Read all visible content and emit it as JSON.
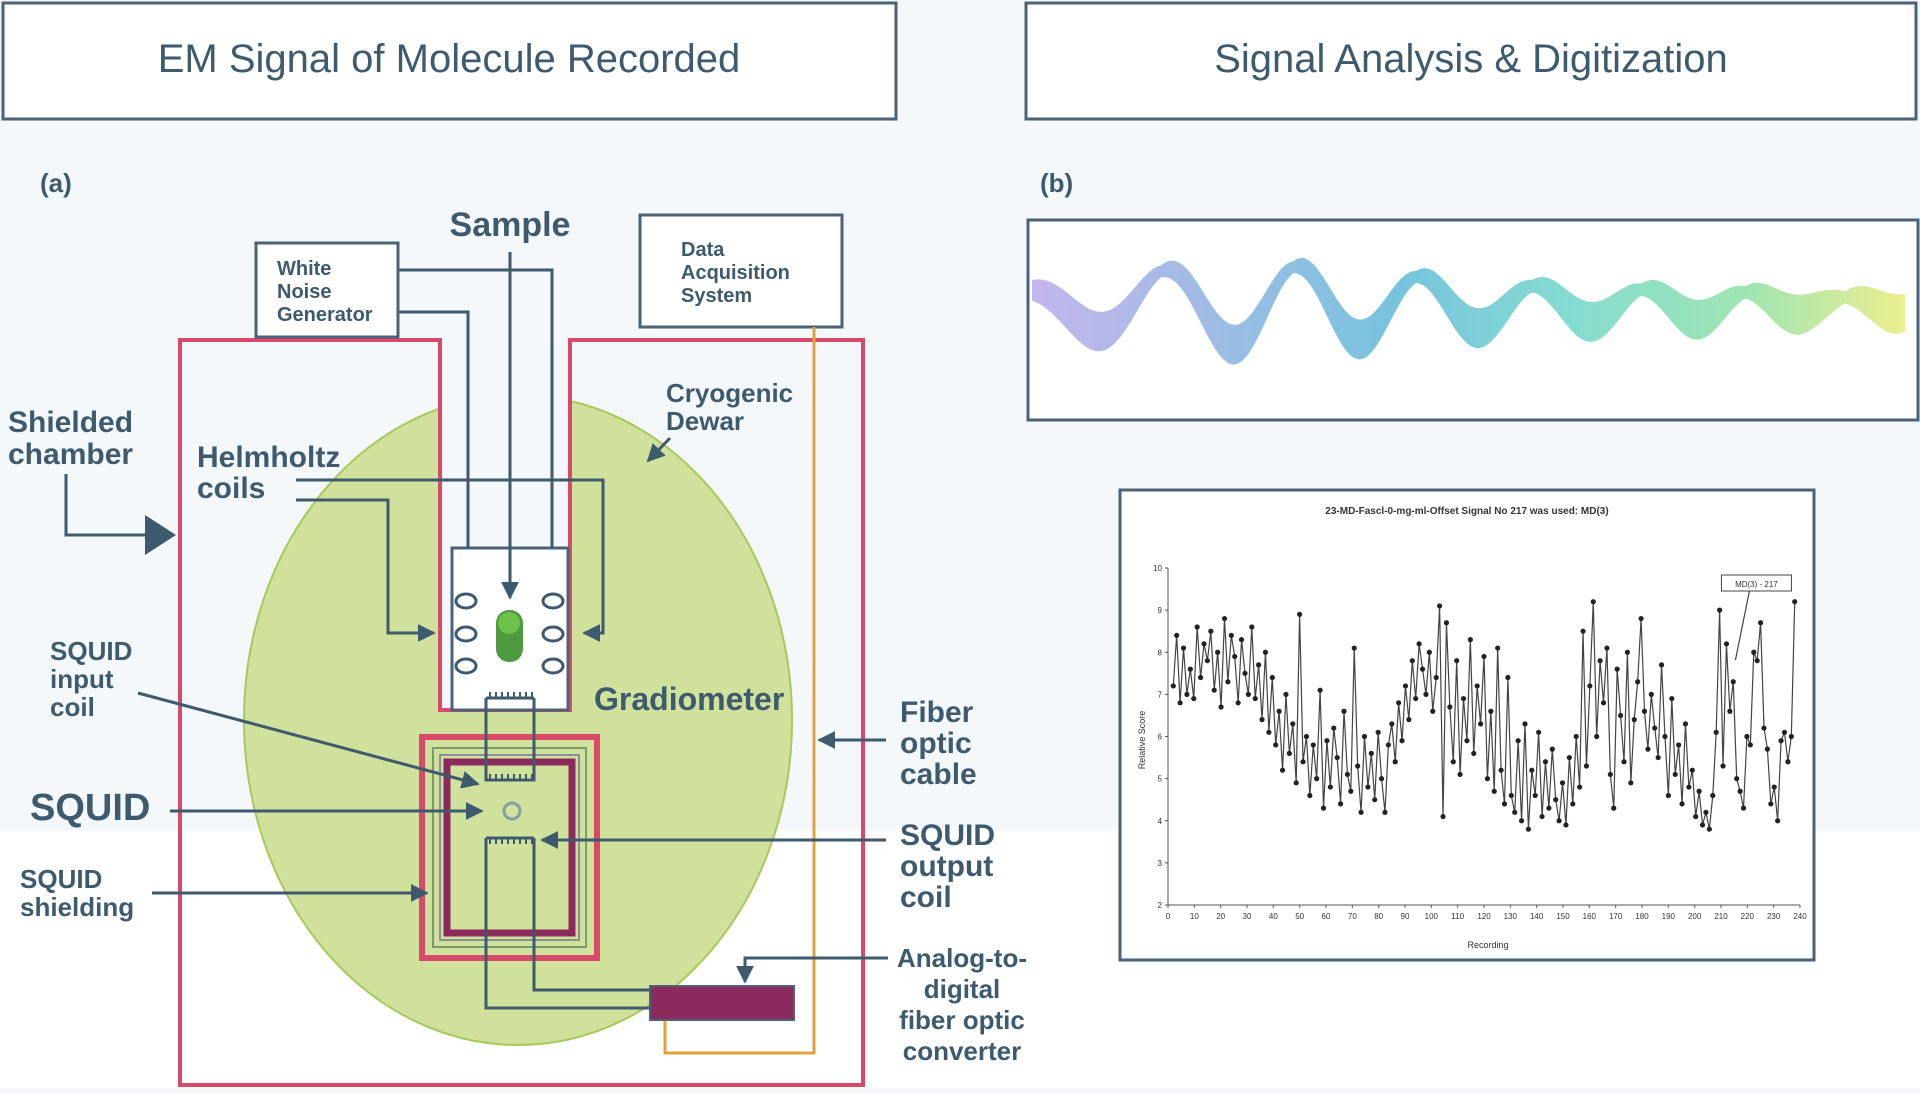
{
  "headers": {
    "left": "EM Signal of Molecule Recorded",
    "right": "Signal Analysis & Digitization"
  },
  "panel_a": {
    "letter": "(a)",
    "sample": "Sample",
    "white_noise": [
      "White",
      "Noise",
      "Generator"
    ],
    "daq": [
      "Data",
      "Acquisition",
      "System"
    ],
    "shielded_chamber": [
      "Shielded",
      "chamber"
    ],
    "cryogenic_dewar": [
      "Cryogenic",
      "Dewar"
    ],
    "helmholtz": [
      "Helmholtz",
      "coils"
    ],
    "squid_input": [
      "SQUID",
      "input",
      "coil"
    ],
    "gradiometer": "Gradiometer",
    "squid": "SQUID",
    "squid_shielding": [
      "SQUID",
      "shielding"
    ],
    "fiber_optic": [
      "Fiber",
      "optic",
      "cable"
    ],
    "squid_output": [
      "SQUID",
      "output",
      "coil"
    ],
    "adc": [
      "Analog-to-",
      "digital",
      "fiber optic",
      "converter"
    ]
  },
  "panel_b": {
    "letter": "(b)"
  },
  "chart_data": {
    "type": "line",
    "title": "23-MD-Fascl-0-mg-ml-Offset  Signal No 217 was used: MD(3)",
    "xlabel": "Recording",
    "ylabel": "Relative Score",
    "ylim": [
      2,
      10
    ],
    "xlim": [
      0,
      240
    ],
    "x_ticks": [
      0,
      10,
      20,
      30,
      40,
      50,
      60,
      70,
      80,
      90,
      100,
      110,
      120,
      130,
      140,
      150,
      160,
      170,
      180,
      190,
      200,
      210,
      220,
      230,
      240
    ],
    "y_ticks": [
      2,
      3,
      4,
      5,
      6,
      7,
      8,
      9,
      10
    ],
    "annotation": "MD(3) - 217",
    "annotation_x": 217,
    "values": [
      7.2,
      8.4,
      6.8,
      8.1,
      7.0,
      7.6,
      6.9,
      8.6,
      7.4,
      8.2,
      7.8,
      8.5,
      7.1,
      8.0,
      6.7,
      8.8,
      7.3,
      8.4,
      7.9,
      6.8,
      8.3,
      7.5,
      7.0,
      8.6,
      6.9,
      7.7,
      6.4,
      8.0,
      6.1,
      7.4,
      5.8,
      6.6,
      5.2,
      7.0,
      5.6,
      6.3,
      4.9,
      8.9,
      5.4,
      6.0,
      4.6,
      5.8,
      5.0,
      7.1,
      4.3,
      5.9,
      4.8,
      6.2,
      5.5,
      4.4,
      6.6,
      5.1,
      4.7,
      8.1,
      5.3,
      4.2,
      6.0,
      4.8,
      5.6,
      4.5,
      6.1,
      5.0,
      4.2,
      5.8,
      6.3,
      5.4,
      6.8,
      5.9,
      7.2,
      6.4,
      7.8,
      6.9,
      8.2,
      7.6,
      7.0,
      8.0,
      6.6,
      7.4,
      9.1,
      4.1,
      8.7,
      6.7,
      5.4,
      7.8,
      5.1,
      6.9,
      5.9,
      8.3,
      5.6,
      7.2,
      6.3,
      7.9,
      5.0,
      6.6,
      4.7,
      8.1,
      5.2,
      4.4,
      7.4,
      4.6,
      4.2,
      5.9,
      4.0,
      6.3,
      3.8,
      5.2,
      4.6,
      6.1,
      4.1,
      5.4,
      4.3,
      5.7,
      4.5,
      4.0,
      4.9,
      3.9,
      5.5,
      4.4,
      6.0,
      4.8,
      8.5,
      5.3,
      7.2,
      9.2,
      6.0,
      7.8,
      6.8,
      8.1,
      5.1,
      4.3,
      7.6,
      6.5,
      5.4,
      8.0,
      4.9,
      6.4,
      7.3,
      8.8,
      6.6,
      5.7,
      7.0,
      6.2,
      5.5,
      7.7,
      6.0,
      4.6,
      6.9,
      5.1,
      5.8,
      4.4,
      6.3,
      4.8,
      5.2,
      4.1,
      4.7,
      3.9,
      4.2,
      3.8,
      4.6,
      6.1,
      9.0,
      5.3,
      8.2,
      6.6,
      7.3,
      5.0,
      4.7,
      4.3,
      6.0,
      5.8,
      8.0,
      7.8,
      8.7,
      6.2,
      5.7,
      4.4,
      4.8,
      4.0,
      5.9,
      6.1,
      5.4,
      6.0,
      9.2
    ]
  }
}
